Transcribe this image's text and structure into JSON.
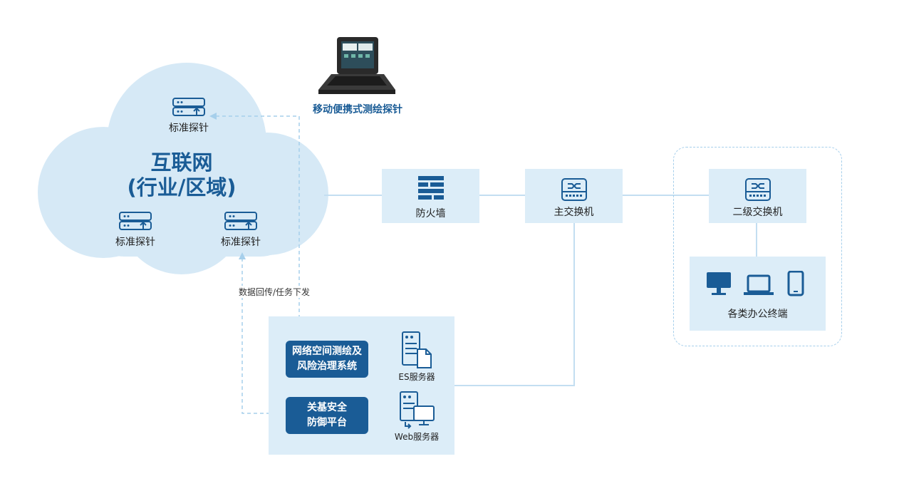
{
  "cloud": {
    "title_line1": "互联网",
    "title_line2": "(行业/区域)"
  },
  "probes": {
    "top": "标准探针",
    "left": "标准探针",
    "right": "标准探针"
  },
  "laptop": {
    "label": "移动便携式测绘探针"
  },
  "nodes": {
    "firewall": "防火墙",
    "main_switch": "主交换机",
    "secondary_switch": "二级交换机",
    "terminals": "各类办公终端"
  },
  "flow_label": "数据回传/任务下发",
  "systems": {
    "mapping_line1": "网络空间测绘及",
    "mapping_line2": "风险治理系统",
    "defense_line1": "关基安全",
    "defense_line2": "防御平台"
  },
  "servers": {
    "es": "ES服务器",
    "web": "Web服务器"
  },
  "colors": {
    "primary": "#1a5c96",
    "panel": "#dcedf8",
    "cloud": "#d6e9f6",
    "line": "#c3def1",
    "dashed": "#a6cfeb"
  }
}
